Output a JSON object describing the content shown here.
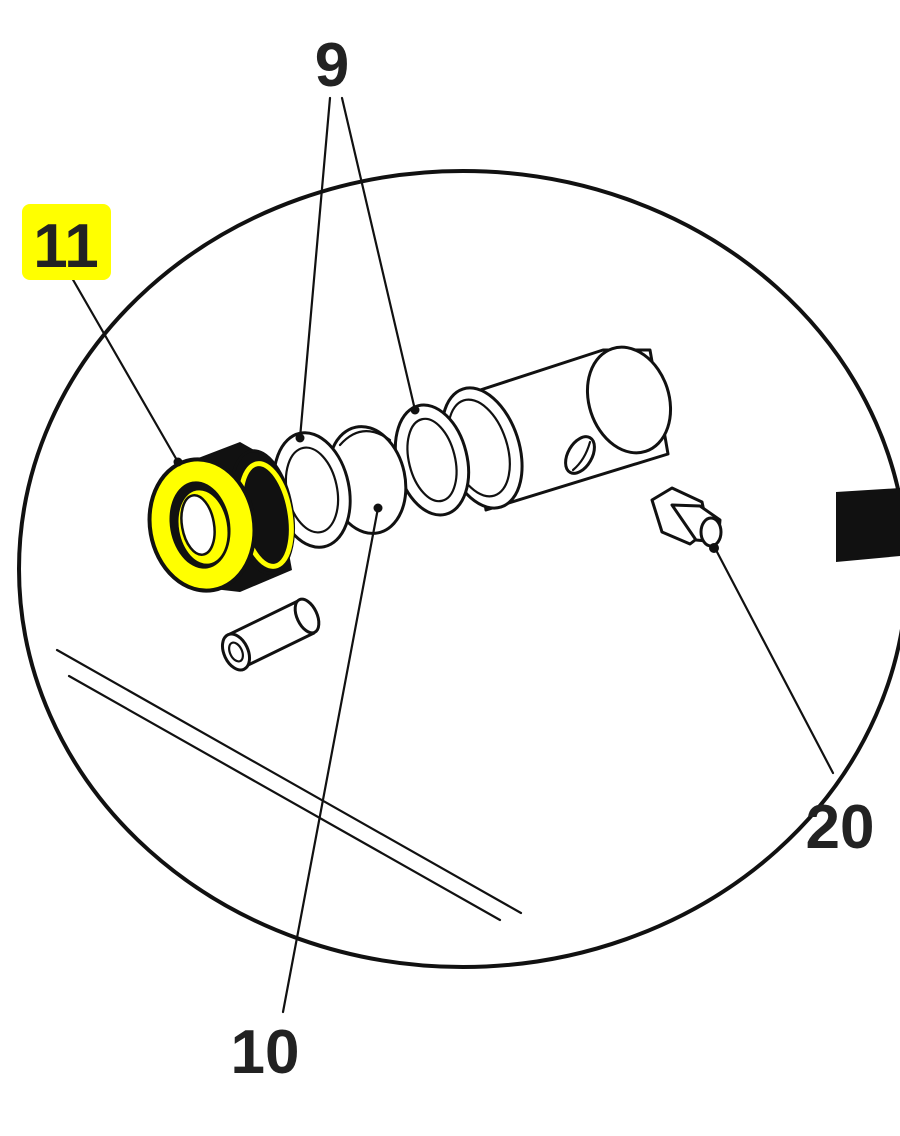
{
  "callouts": {
    "part_11": "11",
    "part_9": "9",
    "part_10": "10",
    "part_20": "20"
  },
  "colors": {
    "highlight": "#ffff00",
    "ink": "#111111",
    "label": "#222222",
    "background": "#ffffff"
  },
  "highlighted_part": "11"
}
